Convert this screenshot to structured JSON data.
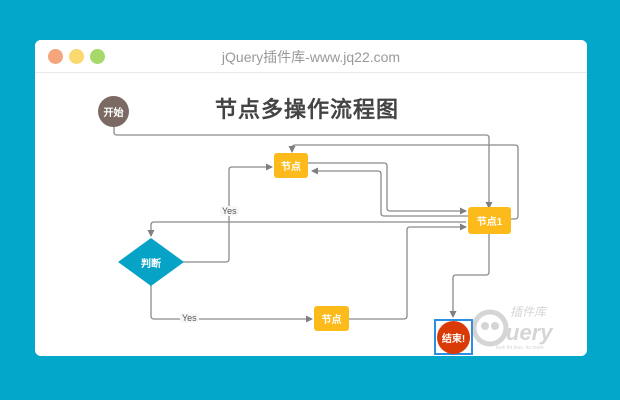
{
  "window": {
    "title": "jQuery插件库-www.jq22.com",
    "controls": [
      "close",
      "minimize",
      "maximize"
    ]
  },
  "diagram": {
    "title": "节点多操作流程图",
    "nodes": [
      {
        "id": "start",
        "label": "开始",
        "shape": "circle",
        "color": "#7b6a63"
      },
      {
        "id": "node-a",
        "label": "节点",
        "shape": "rounded-rect",
        "color": "#fdbb1b"
      },
      {
        "id": "node-1",
        "label": "节点1",
        "shape": "rounded-rect",
        "color": "#fdbb1b"
      },
      {
        "id": "decision",
        "label": "判断",
        "shape": "diamond",
        "color": "#07a3c6"
      },
      {
        "id": "node-b",
        "label": "节点",
        "shape": "rounded-rect",
        "color": "#fdbb1b"
      },
      {
        "id": "end",
        "label": "结束!",
        "shape": "circle",
        "color": "#d93a06",
        "selected": true
      }
    ],
    "edges": [
      {
        "from": "start",
        "to": "node-1"
      },
      {
        "from": "node-1",
        "to": "node-a"
      },
      {
        "from": "node-a",
        "to": "node-1"
      },
      {
        "from": "node-1",
        "to": "node-a",
        "via": "loop-back"
      },
      {
        "from": "decision",
        "to": "node-a",
        "label": "Yes"
      },
      {
        "from": "node-1",
        "to": "decision"
      },
      {
        "from": "decision",
        "to": "node-b",
        "label": "Yes"
      },
      {
        "from": "node-b",
        "to": "node-1"
      },
      {
        "from": "node-1",
        "to": "end"
      }
    ],
    "edge_labels": {
      "yes_upper": "Yes",
      "yes_lower": "Yes"
    },
    "line_color": "#7f7f7f"
  },
  "watermark": {
    "brand": "jQuery",
    "cn": "插件库",
    "tagline": "look for less, do more"
  }
}
